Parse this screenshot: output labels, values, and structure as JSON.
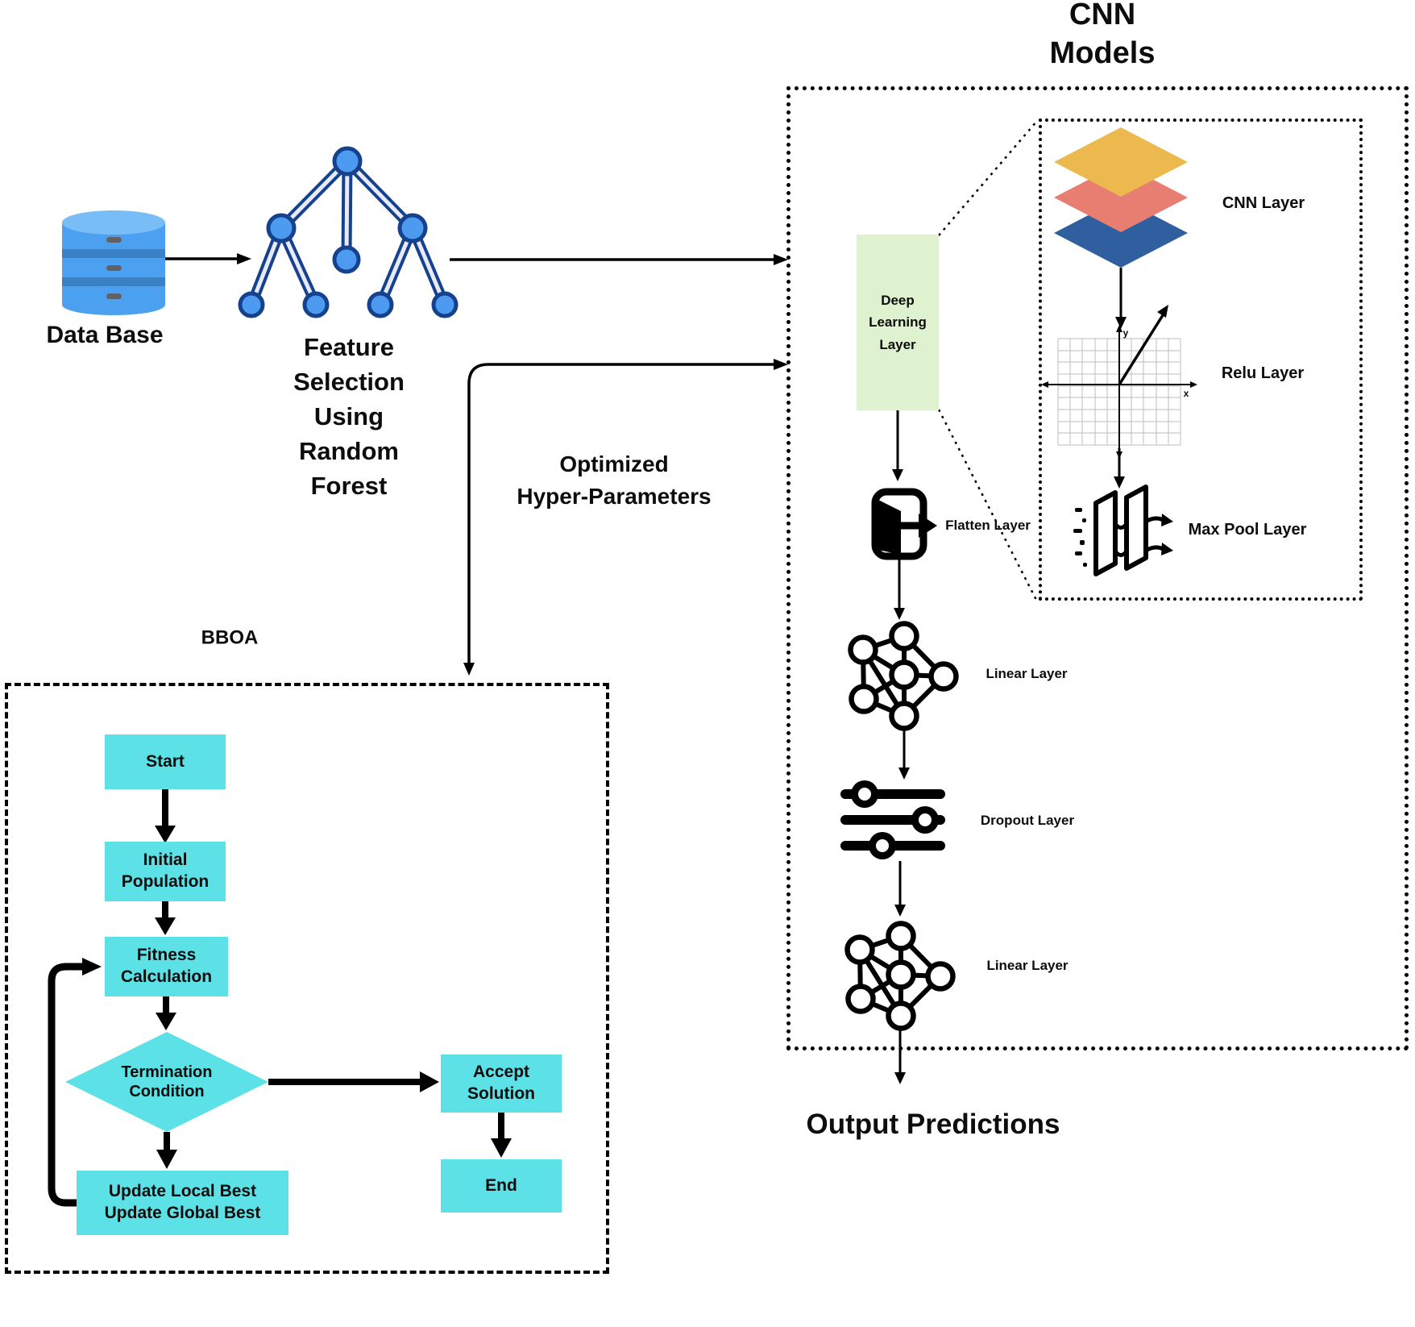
{
  "colors": {
    "cyan": "#5CE1E6",
    "light_green": "#DFF2CF",
    "diamond_yellow": "#EBB94E",
    "diamond_salmon": "#E87E72",
    "diamond_blue": "#2F5F9E",
    "node_blue": "#4D9BF1",
    "node_outline": "#16418C",
    "db_blue": "#4BA0EF"
  },
  "header": {
    "title_line1": "CNN",
    "title_line2": "Models"
  },
  "inputs": {
    "database_label": "Data Base",
    "feature_selection_lines": [
      "Feature",
      "Selection",
      "Using",
      "Random",
      "Forest"
    ]
  },
  "optimizer_link": {
    "line1": "Optimized",
    "line2": "Hyper-Parameters"
  },
  "bboa": {
    "label": "BBOA",
    "start": "Start",
    "initial_line1": "Initial",
    "initial_line2": "Population",
    "fitness_line1": "Fitness",
    "fitness_line2": "Calculation",
    "termination_line1": "Termination",
    "termination_line2": "Condition",
    "accept_line1": "Accept",
    "accept_line2": "Solution",
    "end": "End",
    "update_line1": "Update Local Best",
    "update_line2": "Update Global Best"
  },
  "cnn": {
    "deep_line1": "Deep",
    "deep_line2": "Learning",
    "deep_line3": "Layer",
    "flatten": "Flatten Layer",
    "linear1": "Linear Layer",
    "dropout": "Dropout Layer",
    "linear2": "Linear Layer",
    "inner_cnn": "CNN  Layer",
    "inner_relu": "Relu Layer",
    "inner_maxpool": "Max Pool Layer",
    "axis_x": "x",
    "axis_y": "y"
  },
  "output": {
    "label": "Output Predictions"
  }
}
